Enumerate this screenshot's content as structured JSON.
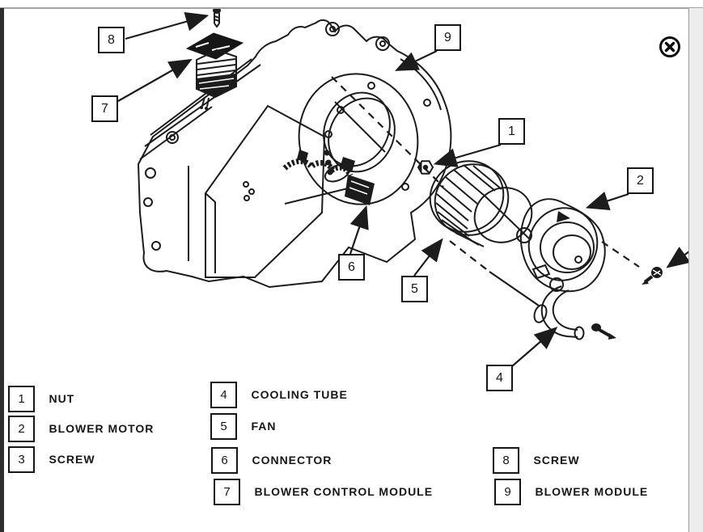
{
  "window": {
    "close_icon": "circle-x"
  },
  "diagram": {
    "callouts": {
      "n1": "1",
      "n2": "2",
      "n4": "4",
      "n5": "5",
      "n6": "6",
      "n7": "7",
      "n8": "8",
      "n9": "9"
    }
  },
  "legend": {
    "col1": [
      {
        "num": "1",
        "label": "NUT"
      },
      {
        "num": "2",
        "label": "BLOWER MOTOR"
      },
      {
        "num": "3",
        "label": "SCREW"
      }
    ],
    "col2": [
      {
        "num": "4",
        "label": "COOLING TUBE"
      },
      {
        "num": "5",
        "label": "FAN"
      },
      {
        "num": "6",
        "label": "CONNECTOR"
      },
      {
        "num": "7",
        "label": "BLOWER CONTROL MODULE"
      }
    ],
    "col3": [
      {
        "num": "8",
        "label": "SCREW"
      },
      {
        "num": "9",
        "label": "BLOWER MODULE"
      }
    ]
  },
  "colors": {
    "ink": "#1c1c1c",
    "frame_bar": "#2e2e2e",
    "gutter": "#ededed",
    "rule": "#a3a3a3"
  }
}
